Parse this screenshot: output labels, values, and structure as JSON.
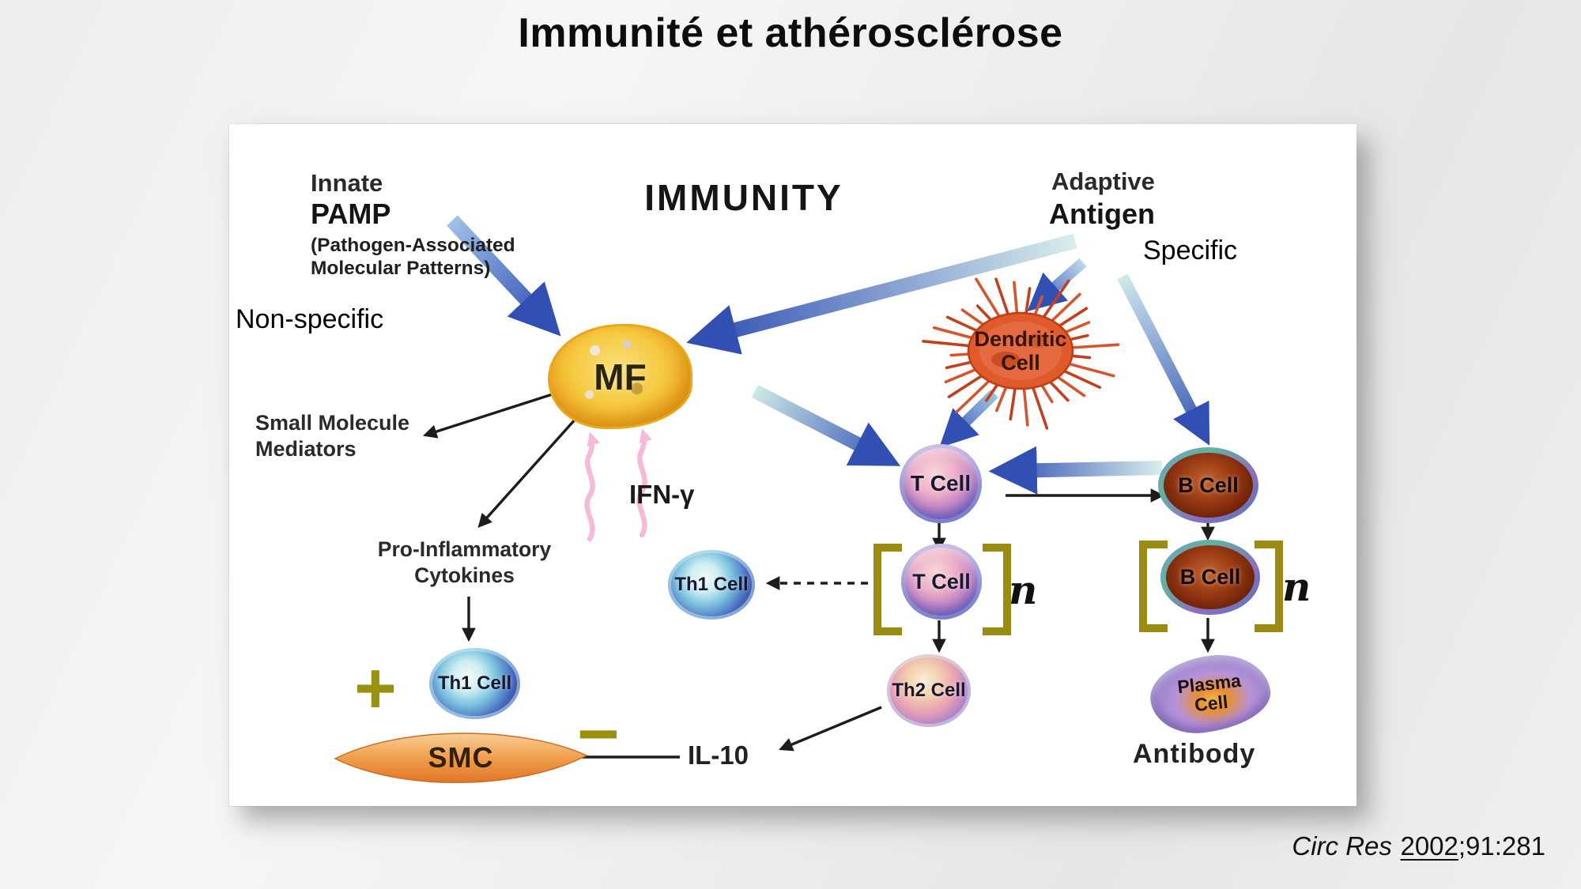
{
  "slide": {
    "title": "Immunité et athérosclérose",
    "citation": {
      "journal": "Circ Res",
      "year": "2002",
      "pages": ";91:281"
    }
  },
  "diagram": {
    "heading": "IMMUNITY",
    "innate": {
      "title": "Innate",
      "subtitle": "PAMP",
      "desc1": "(Pathogen-Associated",
      "desc2": "Molecular Patterns)",
      "overlay": "Non-specific"
    },
    "adaptive": {
      "title": "Adaptive",
      "subtitle": "Antigen",
      "overlay": "Specific"
    },
    "cells": {
      "mf": "MF",
      "dendritic1": "Dendritic",
      "dendritic2": "Cell",
      "t": "T Cell",
      "b": "B Cell",
      "th1": "Th1 Cell",
      "th2": "Th2 Cell",
      "plasma1": "Plasma",
      "plasma2": "Cell",
      "smc": "SMC"
    },
    "labels": {
      "small_molecule1": "Small Molecule",
      "small_molecule2": "Mediators",
      "ifn": "IFN-γ",
      "pro_inflammatory1": "Pro-Inflammatory",
      "pro_inflammatory2": "Cytokines",
      "il10": "IL-10",
      "antibody": "Antibody",
      "n": "n",
      "plus": "+",
      "minus": "−"
    },
    "colors": {
      "arrow_blue": "#3250b4",
      "arrow_teal": "#d6ecec",
      "bracket_olive": "#9c8b12",
      "plus_minus_olive": "#9a9110",
      "mf_gold": "#f0b62c",
      "dendritic_orange": "#d84a22",
      "smc_orange": "#e8872a",
      "ifn_pink": "#f4aed2"
    }
  }
}
